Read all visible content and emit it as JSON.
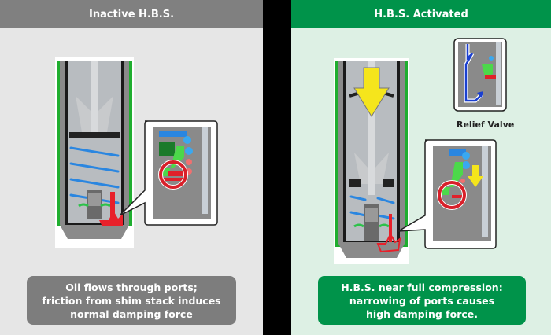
{
  "left_panel": {
    "title": "Inactive H.B.S.",
    "caption": "Oil flows through ports;\nfriction from shim stack induces\nnormal damping force",
    "illustrations": [
      "shock-absorber-cutaway",
      "callout-port-detail"
    ]
  },
  "right_panel": {
    "title": "H.B.S. Activated",
    "caption": "H.B.S. near full compression:\nnarrowing of ports causes\nhigh damping force.",
    "relief_label": "Relief Valve",
    "illustrations": [
      "shock-absorber-cutaway-compressed",
      "relief-valve-inset",
      "callout-port-detail"
    ]
  },
  "colors": {
    "inactive_header": "#808080",
    "active_header": "#00934a",
    "inactive_bg": "#e6e6e6",
    "active_bg": "#ddf0e4",
    "oil_flow": "#e8202a",
    "relief_flow": "#1a3fd0",
    "force_arrow": "#f5e51c",
    "spring": "#2a86e0",
    "highlight_ring": "#d8202a"
  }
}
